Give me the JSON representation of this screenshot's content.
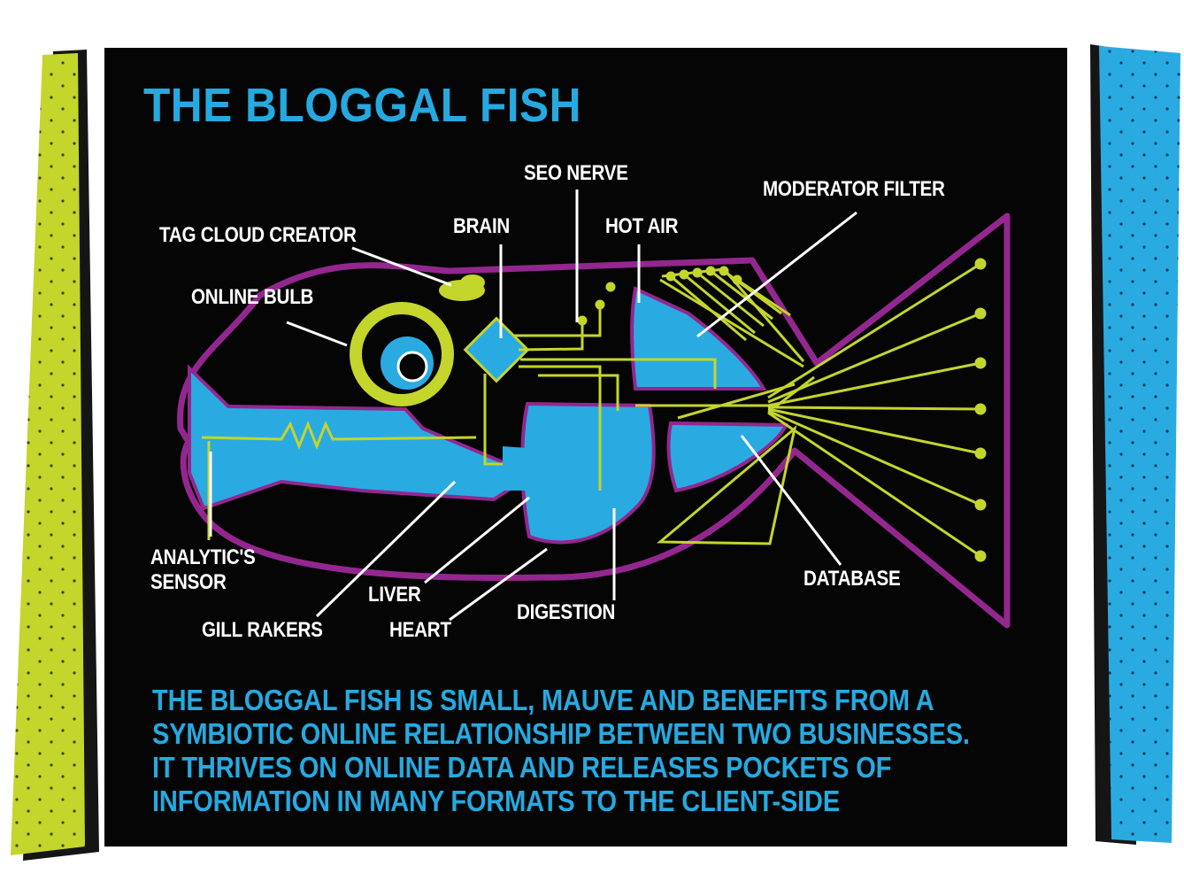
{
  "title": "THE BLOGGAL FISH",
  "labels": {
    "seo_nerve": "SEO NERVE",
    "moderator_filter": "MODERATOR FILTER",
    "tag_cloud_creator": "TAG CLOUD CREATOR",
    "brain": "BRAIN",
    "hot_air": "HOT AIR",
    "online_bulb": "ONLINE BULB",
    "analytics_sensor_line1": "ANALYTIC'S",
    "analytics_sensor_line2": "SENSOR",
    "liver": "LIVER",
    "gill_rakers": "GILL RAKERS",
    "heart": "HEART",
    "digestion": "DIGESTION",
    "database": "DATABASE"
  },
  "caption": {
    "line1": "THE BLOGGAL FISH IS SMALL, MAUVE AND BENEFITS FROM A",
    "line2": "SYMBIOTIC ONLINE RELATIONSHIP BETWEEN TWO BUSINESSES.",
    "line3": "IT THRIVES ON ONLINE DATA AND RELEASES POCKETS OF",
    "line4": "INFORMATION IN MANY FORMATS TO THE CLIENT-SIDE"
  },
  "colors": {
    "background": "#050505",
    "title_blue": "#26a9e0",
    "organ_blue": "#29abe2",
    "outline_purple": "#93278f",
    "wire_green": "#c4d52c",
    "left_strip": "#c4d52c",
    "right_strip": "#29abe2"
  }
}
